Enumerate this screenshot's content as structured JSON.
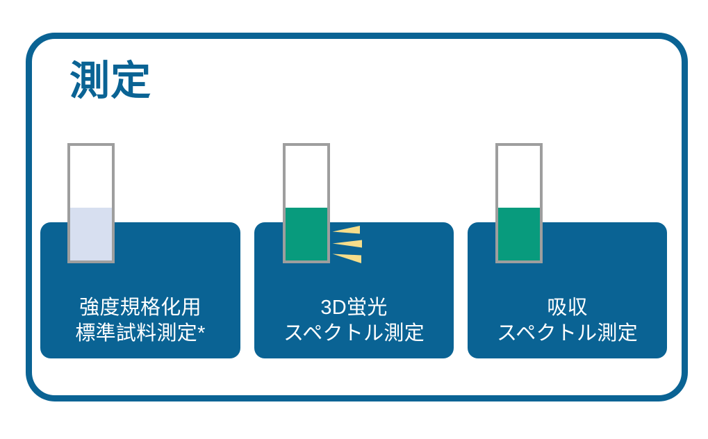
{
  "figure": {
    "title": "測定",
    "title_color": "#0a6394",
    "frame_color": "#0a6394",
    "background_color": "#ffffff"
  },
  "palette": {
    "card_blue": "#0a6394",
    "cuvette_border_gray": "#9e9e9e",
    "sample_light_blue": "#d7dff0",
    "sample_green": "#089b7d",
    "ray_yellow": "#f5dd8a",
    "label_white": "#ffffff"
  },
  "cards": [
    {
      "label": "強度規格化用\n標準試料測定*",
      "label_line1": "強度規格化用",
      "label_line2": "標準試料測定*",
      "cuvette": {
        "icon": "cuvette-icon",
        "fill_color": "#d7dff0",
        "fill_label": "light-blue-standard-sample",
        "has_emission_rays": false
      }
    },
    {
      "label": "3D蛍光\nスペクトル測定",
      "label_line1": "3D蛍光",
      "label_line2": "スペクトル測定",
      "cuvette": {
        "icon": "cuvette-icon",
        "fill_color": "#089b7d",
        "fill_label": "green-sample",
        "has_emission_rays": true,
        "ray_icon": "fluorescence-rays-icon",
        "ray_color": "#f5dd8a",
        "ray_count": 3
      }
    },
    {
      "label": "吸収\nスペクトル測定",
      "label_line1": "吸収",
      "label_line2": "スペクトル測定",
      "cuvette": {
        "icon": "cuvette-icon",
        "fill_color": "#089b7d",
        "fill_label": "green-sample",
        "has_emission_rays": false
      }
    }
  ]
}
